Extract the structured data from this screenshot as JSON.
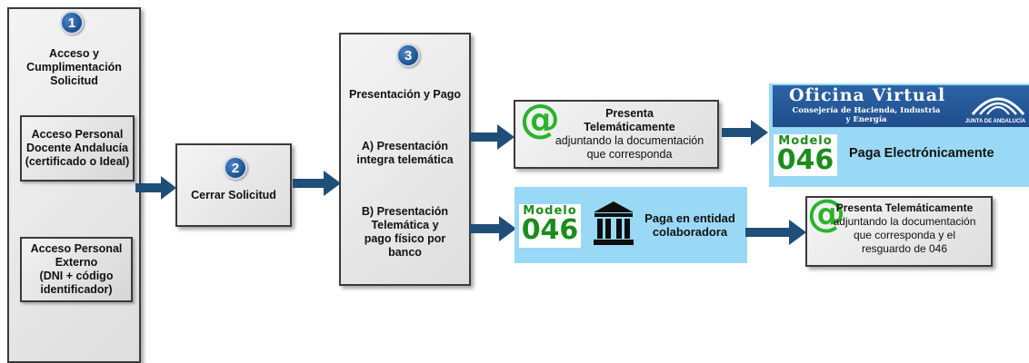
{
  "colors": {
    "step_circle": "#1d4f8a",
    "arrow": "#1f4e79",
    "panel_blue": "#99d9f5",
    "oficina_header": "#1f4e8c",
    "model_green": "#1c8c1c",
    "at_green": "#2ab32a"
  },
  "step1": {
    "number": "1",
    "title_lines": [
      "Acceso y",
      "Cumplimentación",
      "Solicitud"
    ],
    "option_a": [
      "Acceso Personal",
      "Docente Andalucía",
      "(certificado o Ideal)"
    ],
    "option_b": [
      "Acceso Personal",
      "Externo",
      "(DNI + código",
      "identificador)"
    ]
  },
  "step2": {
    "number": "2",
    "label": "Cerrar Solicitud"
  },
  "step3": {
    "number": "3",
    "title": "Presentación y Pago",
    "option_a": [
      "A) Presentación",
      "integra telemática"
    ],
    "option_b": [
      "B) Presentación",
      "Telemática y",
      "pago físico por",
      "banco"
    ]
  },
  "telematic_box": {
    "at_symbol": "@",
    "bold_lines": [
      "Presenta",
      "Telemáticamente"
    ],
    "normal_lines": [
      "adjuntando la documentación",
      "que corresponda"
    ]
  },
  "oficina_virtual": {
    "title": "Oficina Virtual",
    "subtitle_lines": [
      "Consejería de Hacienda, Industria",
      "y Energía"
    ],
    "logo_text": "JUNTA DE ANDALUCÍA",
    "modelo_label": "Modelo",
    "modelo_number": "046",
    "pay_text": "Paga Electrónicamente"
  },
  "bank_panel": {
    "modelo_label": "Modelo",
    "modelo_number": "046",
    "icon": "bank-icon",
    "text_lines": [
      "Paga en entidad",
      "colaboradora"
    ]
  },
  "final_box": {
    "at_symbol": "@",
    "text_lines": [
      "Presenta Telemáticamente",
      "adjuntando la documentación",
      "que corresponda y el",
      "resguardo de 046"
    ]
  }
}
